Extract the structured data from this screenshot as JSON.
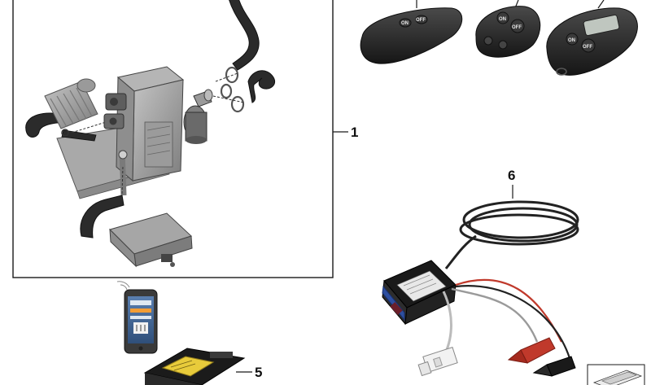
{
  "callouts": {
    "part_1": "1",
    "part_5": "5",
    "part_6": "6"
  },
  "remotes": {
    "on_label": "ON",
    "off_label": "OFF"
  },
  "colors": {
    "line": "#1a1a1a",
    "hose": "#2b2b2b",
    "heater_body": "#8e8e8e",
    "remote_body": "#262626",
    "cable_red": "#c0392b",
    "cable_black": "#222222",
    "cable_grey": "#9a9a9a",
    "adapter_blue": "#1f3f8a"
  }
}
